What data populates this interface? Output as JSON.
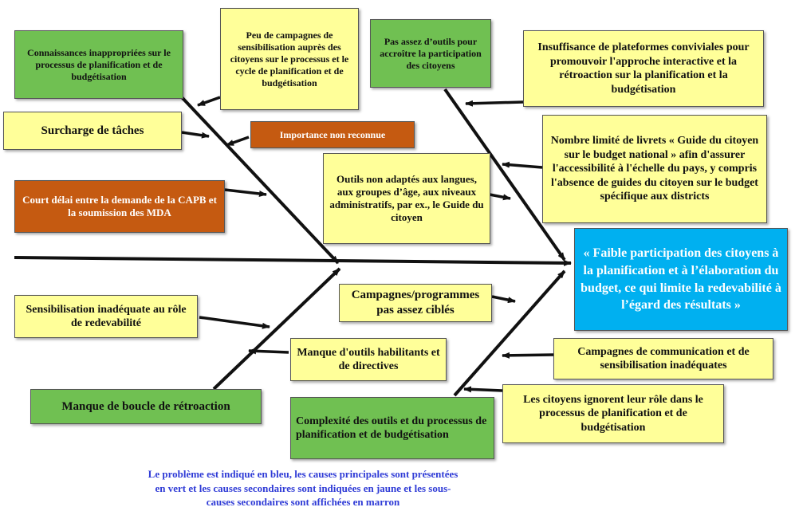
{
  "problem": "« Faible participation des citoyens à la planification et à l’élaboration du budget, ce qui limite la redevabilité à l’égard des résultats »",
  "main_causes": {
    "connaissances": "Connaissances inappropriées sur le processus de planification et de budgétisation",
    "outils_participation": "Pas assez d’outils pour accroître la participation des citoyens",
    "boucle": "Manque de boucle de rétroaction",
    "complexite": "Complexité des outils et du processus de planification et de budgétisation"
  },
  "secondary_causes": {
    "campagnes_sensibilisation": "Peu de campagnes de sensibilisation auprès des citoyens sur le processus et le cycle de planification et de budgétisation",
    "surcharge": "Surcharge de tâches",
    "outils_non_adaptes": "Outils non adaptés aux langues, aux groupes d’âge, aux niveaux administratifs, par ex., le Guide du citoyen",
    "plateformes": "Insuffisance de plateformes conviviales pour promouvoir l'approche interactive et la rétroaction sur la planification et la budgétisation",
    "livrets": "Nombre limité de livrets « Guide du citoyen sur le budget national » afin d'assurer l'accessibilité à l'échelle du pays, y compris l'absence de guides du citoyen sur le budget spécifique aux districts",
    "campagnes_ciblees": "Campagnes/programmes pas assez ciblés",
    "sensibilisation_role": "Sensibilisation inadéquate au rôle de redevabilité",
    "outils_habilitants": "Manque d'outils habilitants et de directives",
    "communication": "Campagnes de communication et de sensibilisation inadéquates",
    "ignorent": "Les citoyens ignorent leur rôle dans le processus de planification et de budgétisation"
  },
  "sub_causes": {
    "importance": "Importance non reconnue",
    "delai": "Court délai entre la demande de la CAPB et la soumission des MDA"
  },
  "legend": {
    "line1": "Le problème est indiqué en bleu, les causes principales sont présentées",
    "line2": "en vert et les causes secondaires sont indiquées en jaune et les sous-",
    "line3": "causes secondaires sont affichées en marron"
  },
  "colors": {
    "problem": "#00b0f0",
    "main_cause": "#70c052",
    "secondary_cause": "#ffff99",
    "sub_cause": "#c55a11",
    "legend_text": "#2f3bd6"
  }
}
